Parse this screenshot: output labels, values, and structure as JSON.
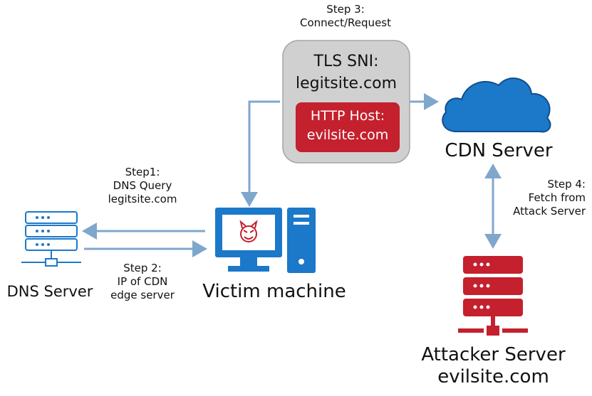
{
  "diagram": {
    "step3_line1": "Step 3:",
    "step3_line2": "Connect/Request",
    "tls_line1": "TLS SNI:",
    "tls_line2": "legitsite.com",
    "http_line1": "HTTP Host:",
    "http_line2": "evilsite.com",
    "cdn_label": "CDN Server",
    "step1_line1": "Step1:",
    "step1_line2": "DNS Query",
    "step1_line3": "legitsite.com",
    "step2_line1": "Step 2:",
    "step2_line2": "IP of CDN",
    "step2_line3": "edge server",
    "dns_label": "DNS Server",
    "victim_label": "Victim machine",
    "step4_line1": "Step 4:",
    "step4_line2": "Fetch from",
    "step4_line3": "Attack Server",
    "attacker_line1": "Attacker Server",
    "attacker_line2": "evilsite.com"
  },
  "colors": {
    "arrow": "#7fa7cc",
    "blue": "#1c78c9",
    "red": "#c4202d",
    "grey_box": "#d0d0d0",
    "grey_border": "#a6a6a6"
  },
  "icons": [
    "dns-server-icon",
    "victim-computer-icon",
    "devil-face-icon",
    "cloud-icon",
    "attacker-server-icon"
  ]
}
